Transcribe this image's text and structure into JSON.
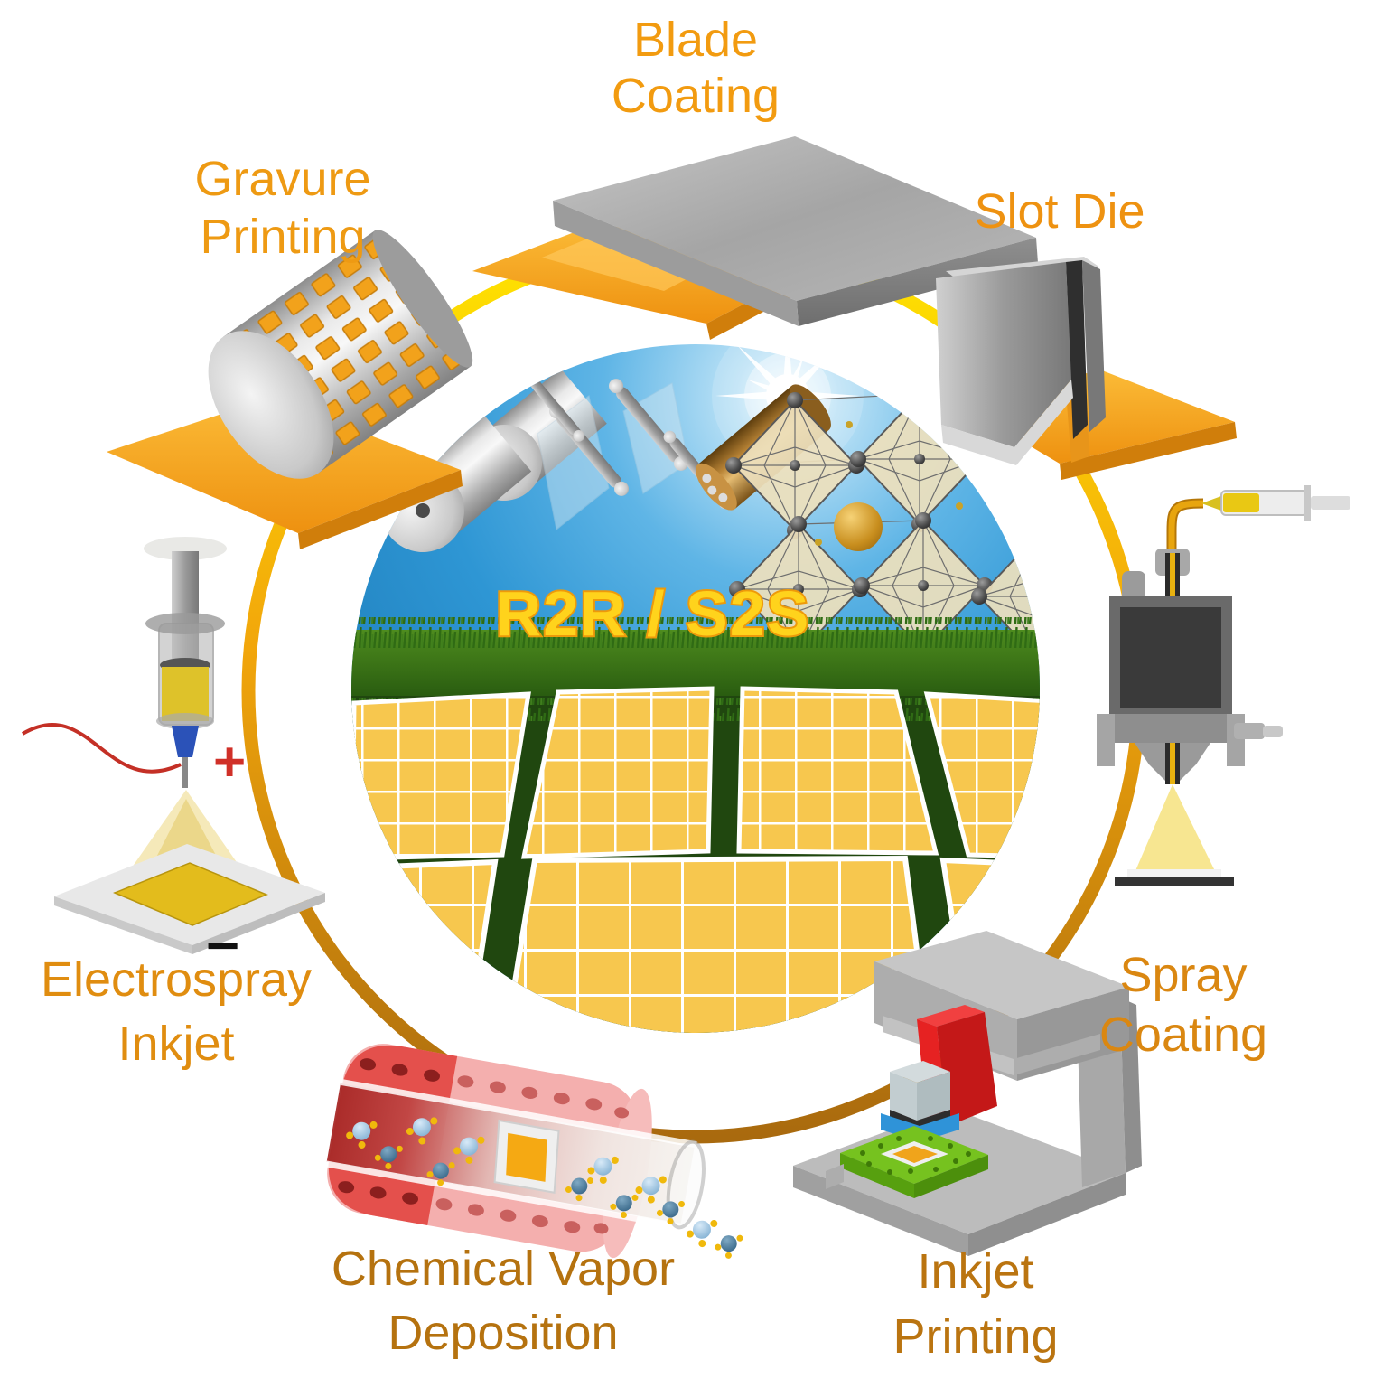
{
  "figure": {
    "background": "#FFFFFF",
    "ring": {
      "gradient_top": "#FFE400",
      "gradient_mid": "#F2A60B",
      "gradient_bottom": "#A96A0E"
    },
    "center": {
      "caption": "R2R / S2S",
      "caption_fill": "#FFD31C",
      "caption_stroke": "#EE9A0A",
      "sky_color": "#2E96D4",
      "grass_color": "#2F6E14",
      "panel_color": "#F7C74E",
      "panel_grid_color": "#FFFFFF"
    },
    "methods": {
      "blade": {
        "lines": [
          "Blade",
          "Coating"
        ],
        "color": "#F29B10"
      },
      "gravure": {
        "lines": [
          "Gravure",
          "Printing"
        ],
        "color": "#EE9A13"
      },
      "slot_die": {
        "lines": [
          "Slot Die"
        ],
        "color": "#EE9211"
      },
      "spray": {
        "lines": [
          "Spray",
          "Coating"
        ],
        "color": "#DA8711"
      },
      "inkjet": {
        "lines": [
          "Inkjet",
          "Printing"
        ],
        "color": "#BA7410"
      },
      "cvd": {
        "lines": [
          "Chemical Vapor",
          "Deposition"
        ],
        "color": "#B5720F"
      },
      "electrospray": {
        "lines": [
          "Electrospray",
          "Inkjet"
        ],
        "color": "#E08D10"
      }
    },
    "electrospray_marks": {
      "positive": "+",
      "positive_color": "#D03028",
      "negative": "−",
      "negative_color": "#111111"
    }
  }
}
